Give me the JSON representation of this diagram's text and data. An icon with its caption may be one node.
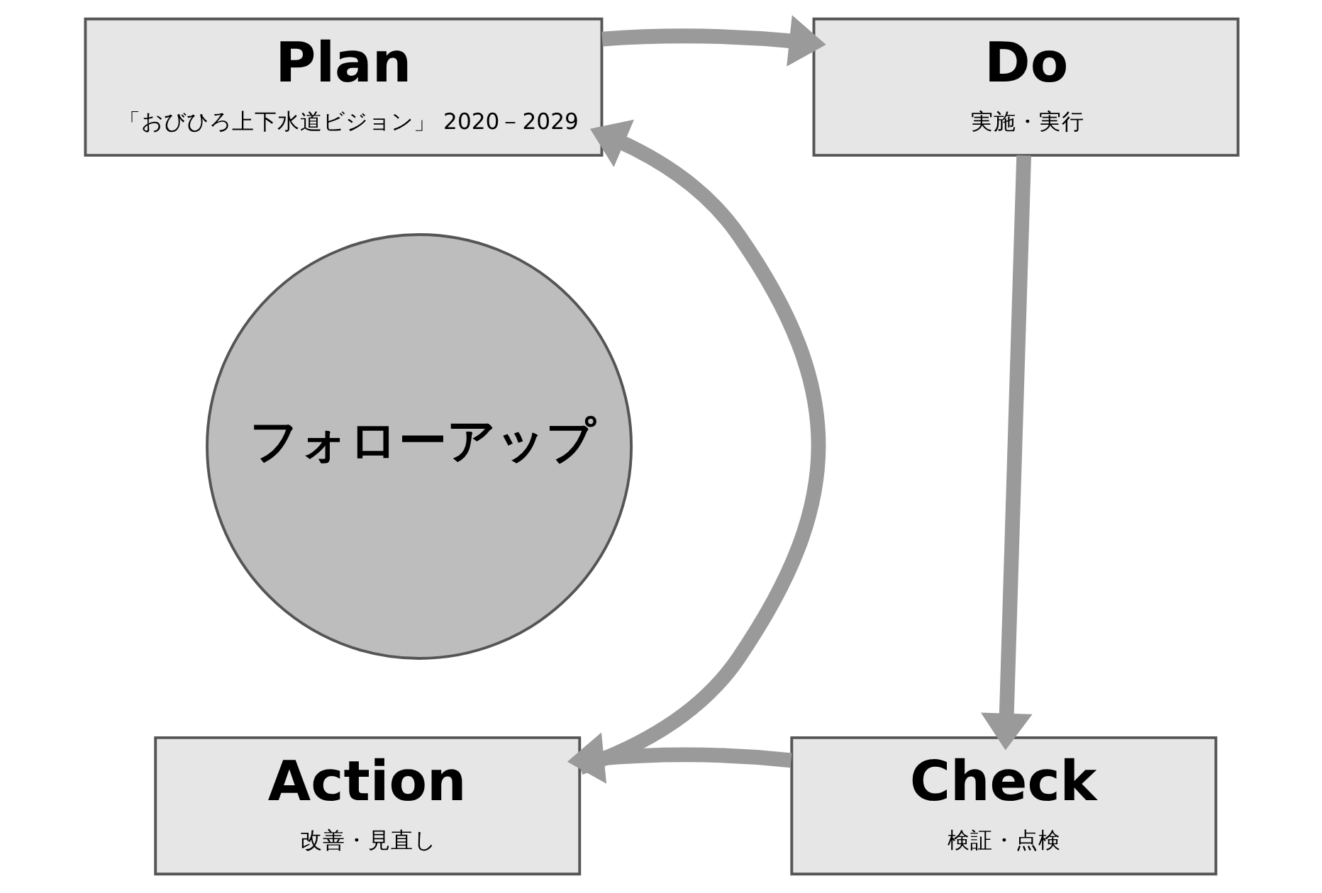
{
  "diagram": {
    "nodes": [
      {
        "text": [
          "フォローアップ"
        ]
      },
      {
        "text": [
          "Plan",
          "「おびひろ上下水道ビジョン」 2020－2029"
        ]
      },
      {
        "text": [
          "Do",
          "実施・実行"
        ]
      },
      {
        "text": [
          "Check",
          "検証・点検"
        ]
      },
      {
        "text": [
          "Action",
          "改善・見直し"
        ]
      }
    ],
    "edges": [
      {
        "from": 1,
        "to": 2,
        "arrow": "to"
      },
      {
        "from": 2,
        "to": 3,
        "arrow": "to"
      },
      {
        "from": 3,
        "to": 4,
        "arrow": "to"
      },
      {
        "from": 4,
        "to": 1,
        "arrow": "to"
      }
    ]
  }
}
